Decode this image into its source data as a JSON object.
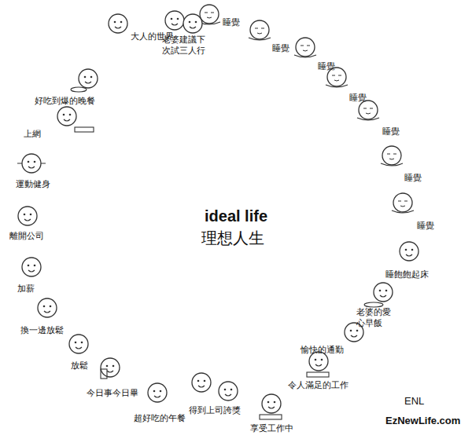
{
  "diagram": {
    "title": "ideal life",
    "labels": [
      "理想人生",
      "睡覺",
      "睡覺",
      "睡覺",
      "睡覺",
      "睡覺",
      "睡覺",
      "睡覺",
      "睡飽飽起床",
      "老婆的愛 心早飯",
      "愉快的通勤",
      "令人滿足的工作",
      "享受工作中",
      "得到上司誇獎",
      "超好吃的午餐",
      "今日事今日畢",
      "放鬆",
      "換一邊放鬆",
      "加薪",
      "離開公司",
      "運動健身",
      "上網",
      "好吃到爆的晚餐",
      "大人的世界",
      "老婆建議下 次試三人行",
      "ENL",
      "EzNewLife.com"
    ]
  }
}
